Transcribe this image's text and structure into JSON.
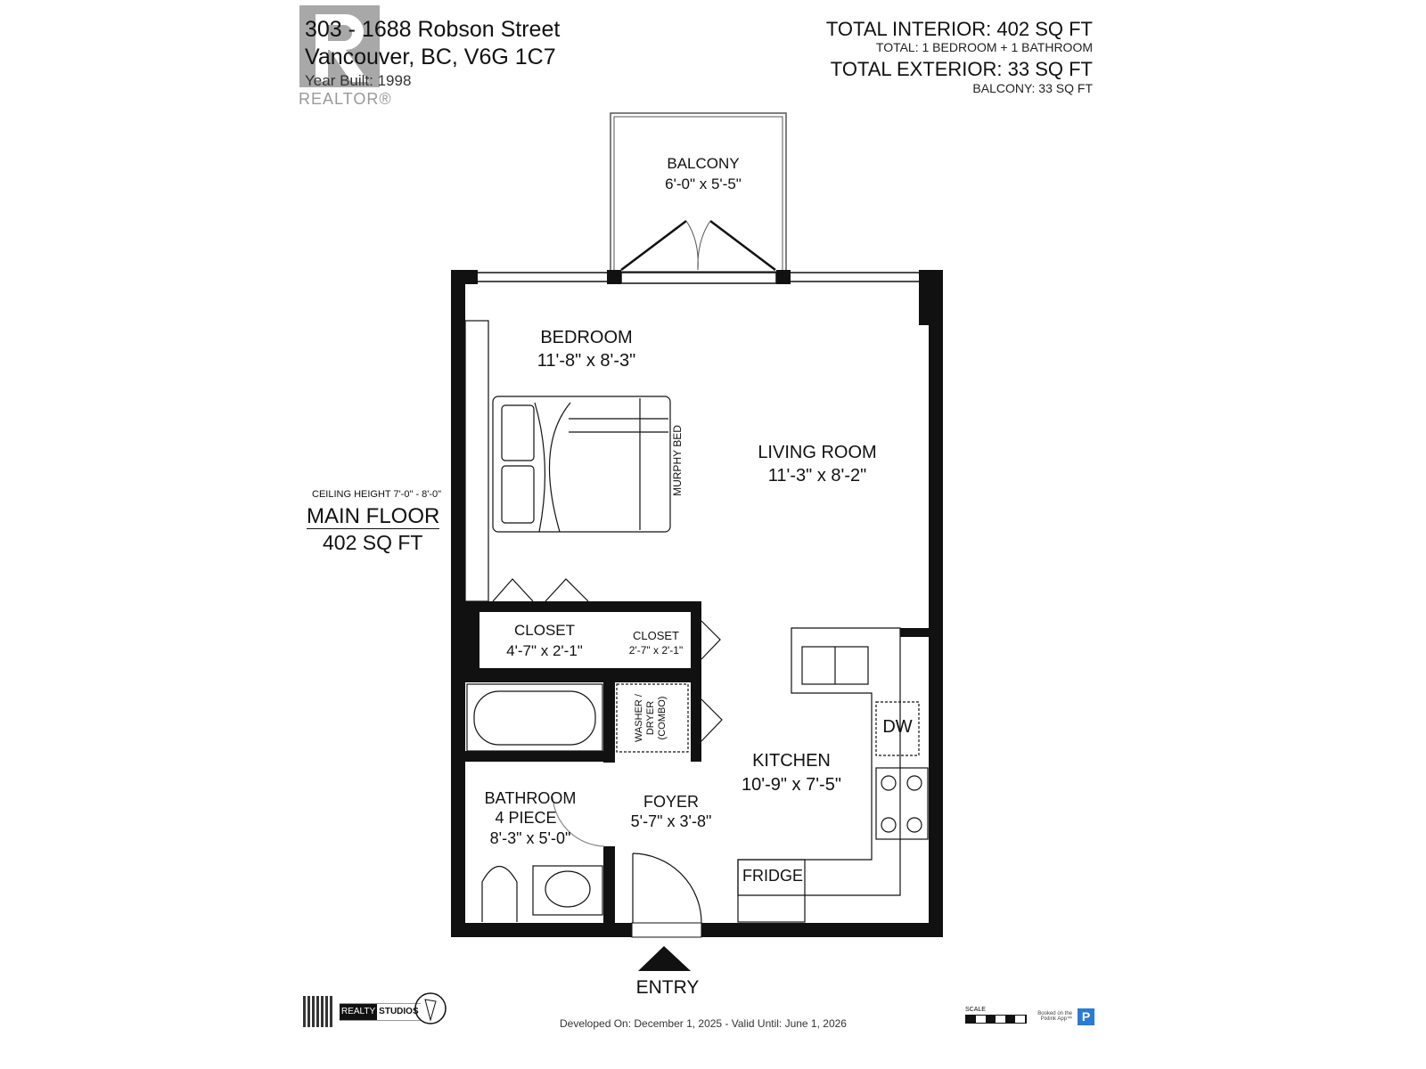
{
  "header": {
    "address_line1": "303 - 1688 Robson Street",
    "address_line2": "Vancouver, BC, V6G 1C7",
    "year_built": "Year Built: 1998",
    "watermark": "REALTOR®",
    "total_interior": "TOTAL INTERIOR: 402 SQ FT",
    "total_rooms": "TOTAL: 1 BEDROOM + 1 BATHROOM",
    "total_exterior": "TOTAL EXTERIOR: 33 SQ FT",
    "balcony_area": "BALCONY: 33 SQ FT"
  },
  "floor": {
    "ceiling_height": "CEILING HEIGHT 7'-0\" - 8'-0\"",
    "name": "MAIN FLOOR",
    "area": "402 SQ FT"
  },
  "rooms": {
    "balcony": {
      "name": "BALCONY",
      "size": "6'-0\" x 5'-5\""
    },
    "bedroom": {
      "name": "BEDROOM",
      "size": "11'-8\" x 8'-3\""
    },
    "murphy_bed": "MURPHY BED",
    "living_room": {
      "name": "LIVING ROOM",
      "size": "11'-3\" x 8'-2\""
    },
    "closet1": {
      "name": "CLOSET",
      "size": "4'-7\" x 2'-1\""
    },
    "closet2": {
      "name": "CLOSET",
      "size": "2'-7\" x 2'-1\""
    },
    "washer": [
      "WASHER /",
      "DRYER",
      "(COMBO)"
    ],
    "dw": "DW",
    "kitchen": {
      "name": "KITCHEN",
      "size": "10'-9\" x 7'-5\""
    },
    "foyer": {
      "name": "FOYER",
      "size": "5'-7\" x 3'-8\""
    },
    "bathroom": {
      "name": "BATHROOM",
      "type": "4 PIECE",
      "size": "8'-3\" x 5'-0\""
    },
    "fridge": "FRIDGE"
  },
  "entry": "ENTRY",
  "footer": {
    "developed": "Developed On: December 1, 2025 - Valid Until: June 1, 2026",
    "brand": [
      "REALTY",
      "STUDIOS"
    ],
    "scale": "SCALE",
    "booked": "Booked on the Pixlink App™",
    "pixlink_letter": "P"
  },
  "colors": {
    "wall": "#111111",
    "watermark": "#9a9a9a",
    "pixlink": "#2a7bd1"
  }
}
